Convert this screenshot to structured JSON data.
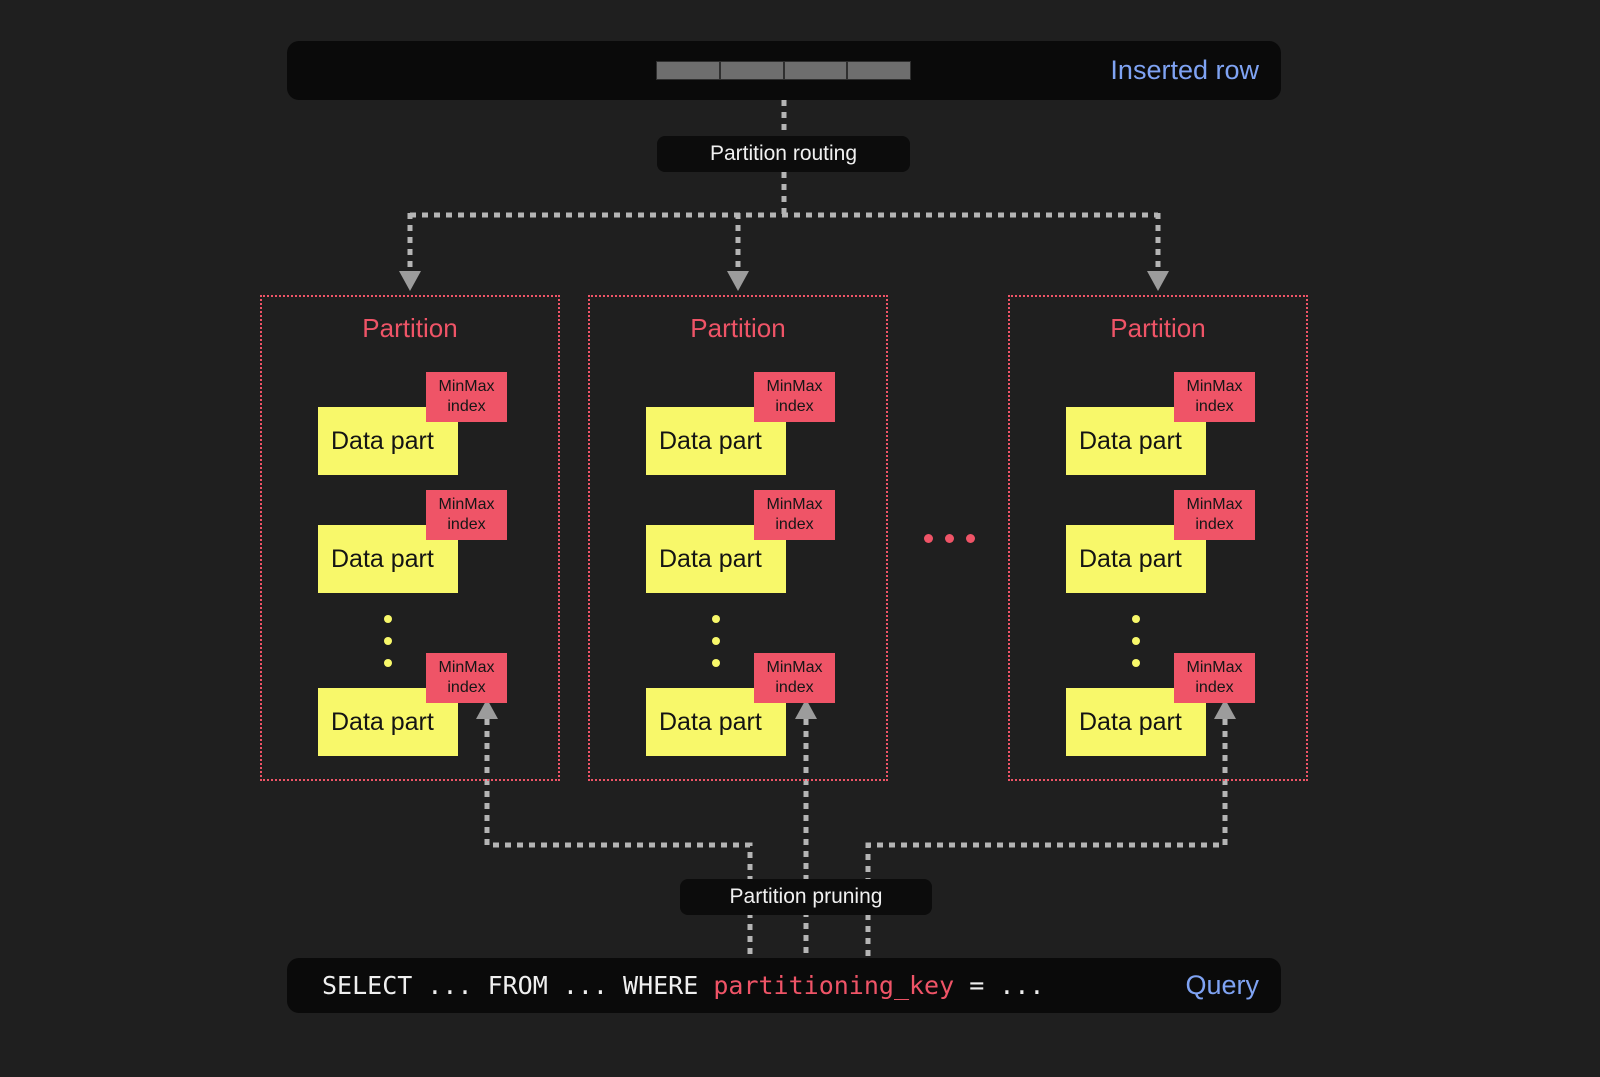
{
  "colors": {
    "background": "#1f1f1f",
    "panel": "#0a0a0a",
    "blue": "#7fa3f3",
    "red": "#ef5467",
    "yellow": "#f8f86a",
    "line": "#b5b5b5",
    "arrow": "#9c9c9c",
    "segment": "#6e6e6e"
  },
  "inserted_row": {
    "label": "Inserted row"
  },
  "routing_badge": {
    "label": "Partition routing"
  },
  "pruning_badge": {
    "label": "Partition pruning"
  },
  "partitions": [
    {
      "title": "Partition",
      "parts": [
        {
          "label": "Data part",
          "tag": "MinMax index"
        },
        {
          "label": "Data part",
          "tag": "MinMax index"
        },
        {
          "label": "Data part",
          "tag": "MinMax index"
        }
      ]
    },
    {
      "title": "Partition",
      "parts": [
        {
          "label": "Data part",
          "tag": "MinMax index"
        },
        {
          "label": "Data part",
          "tag": "MinMax index"
        },
        {
          "label": "Data part",
          "tag": "MinMax index"
        }
      ]
    },
    {
      "title": "Partition",
      "parts": [
        {
          "label": "Data part",
          "tag": "MinMax index"
        },
        {
          "label": "Data part",
          "tag": "MinMax index"
        },
        {
          "label": "Data part",
          "tag": "MinMax index"
        }
      ]
    }
  ],
  "query": {
    "prefix": "SELECT ... FROM ... WHERE ",
    "highlight": "partitioning_key",
    "suffix": " = ...",
    "label": "Query"
  }
}
